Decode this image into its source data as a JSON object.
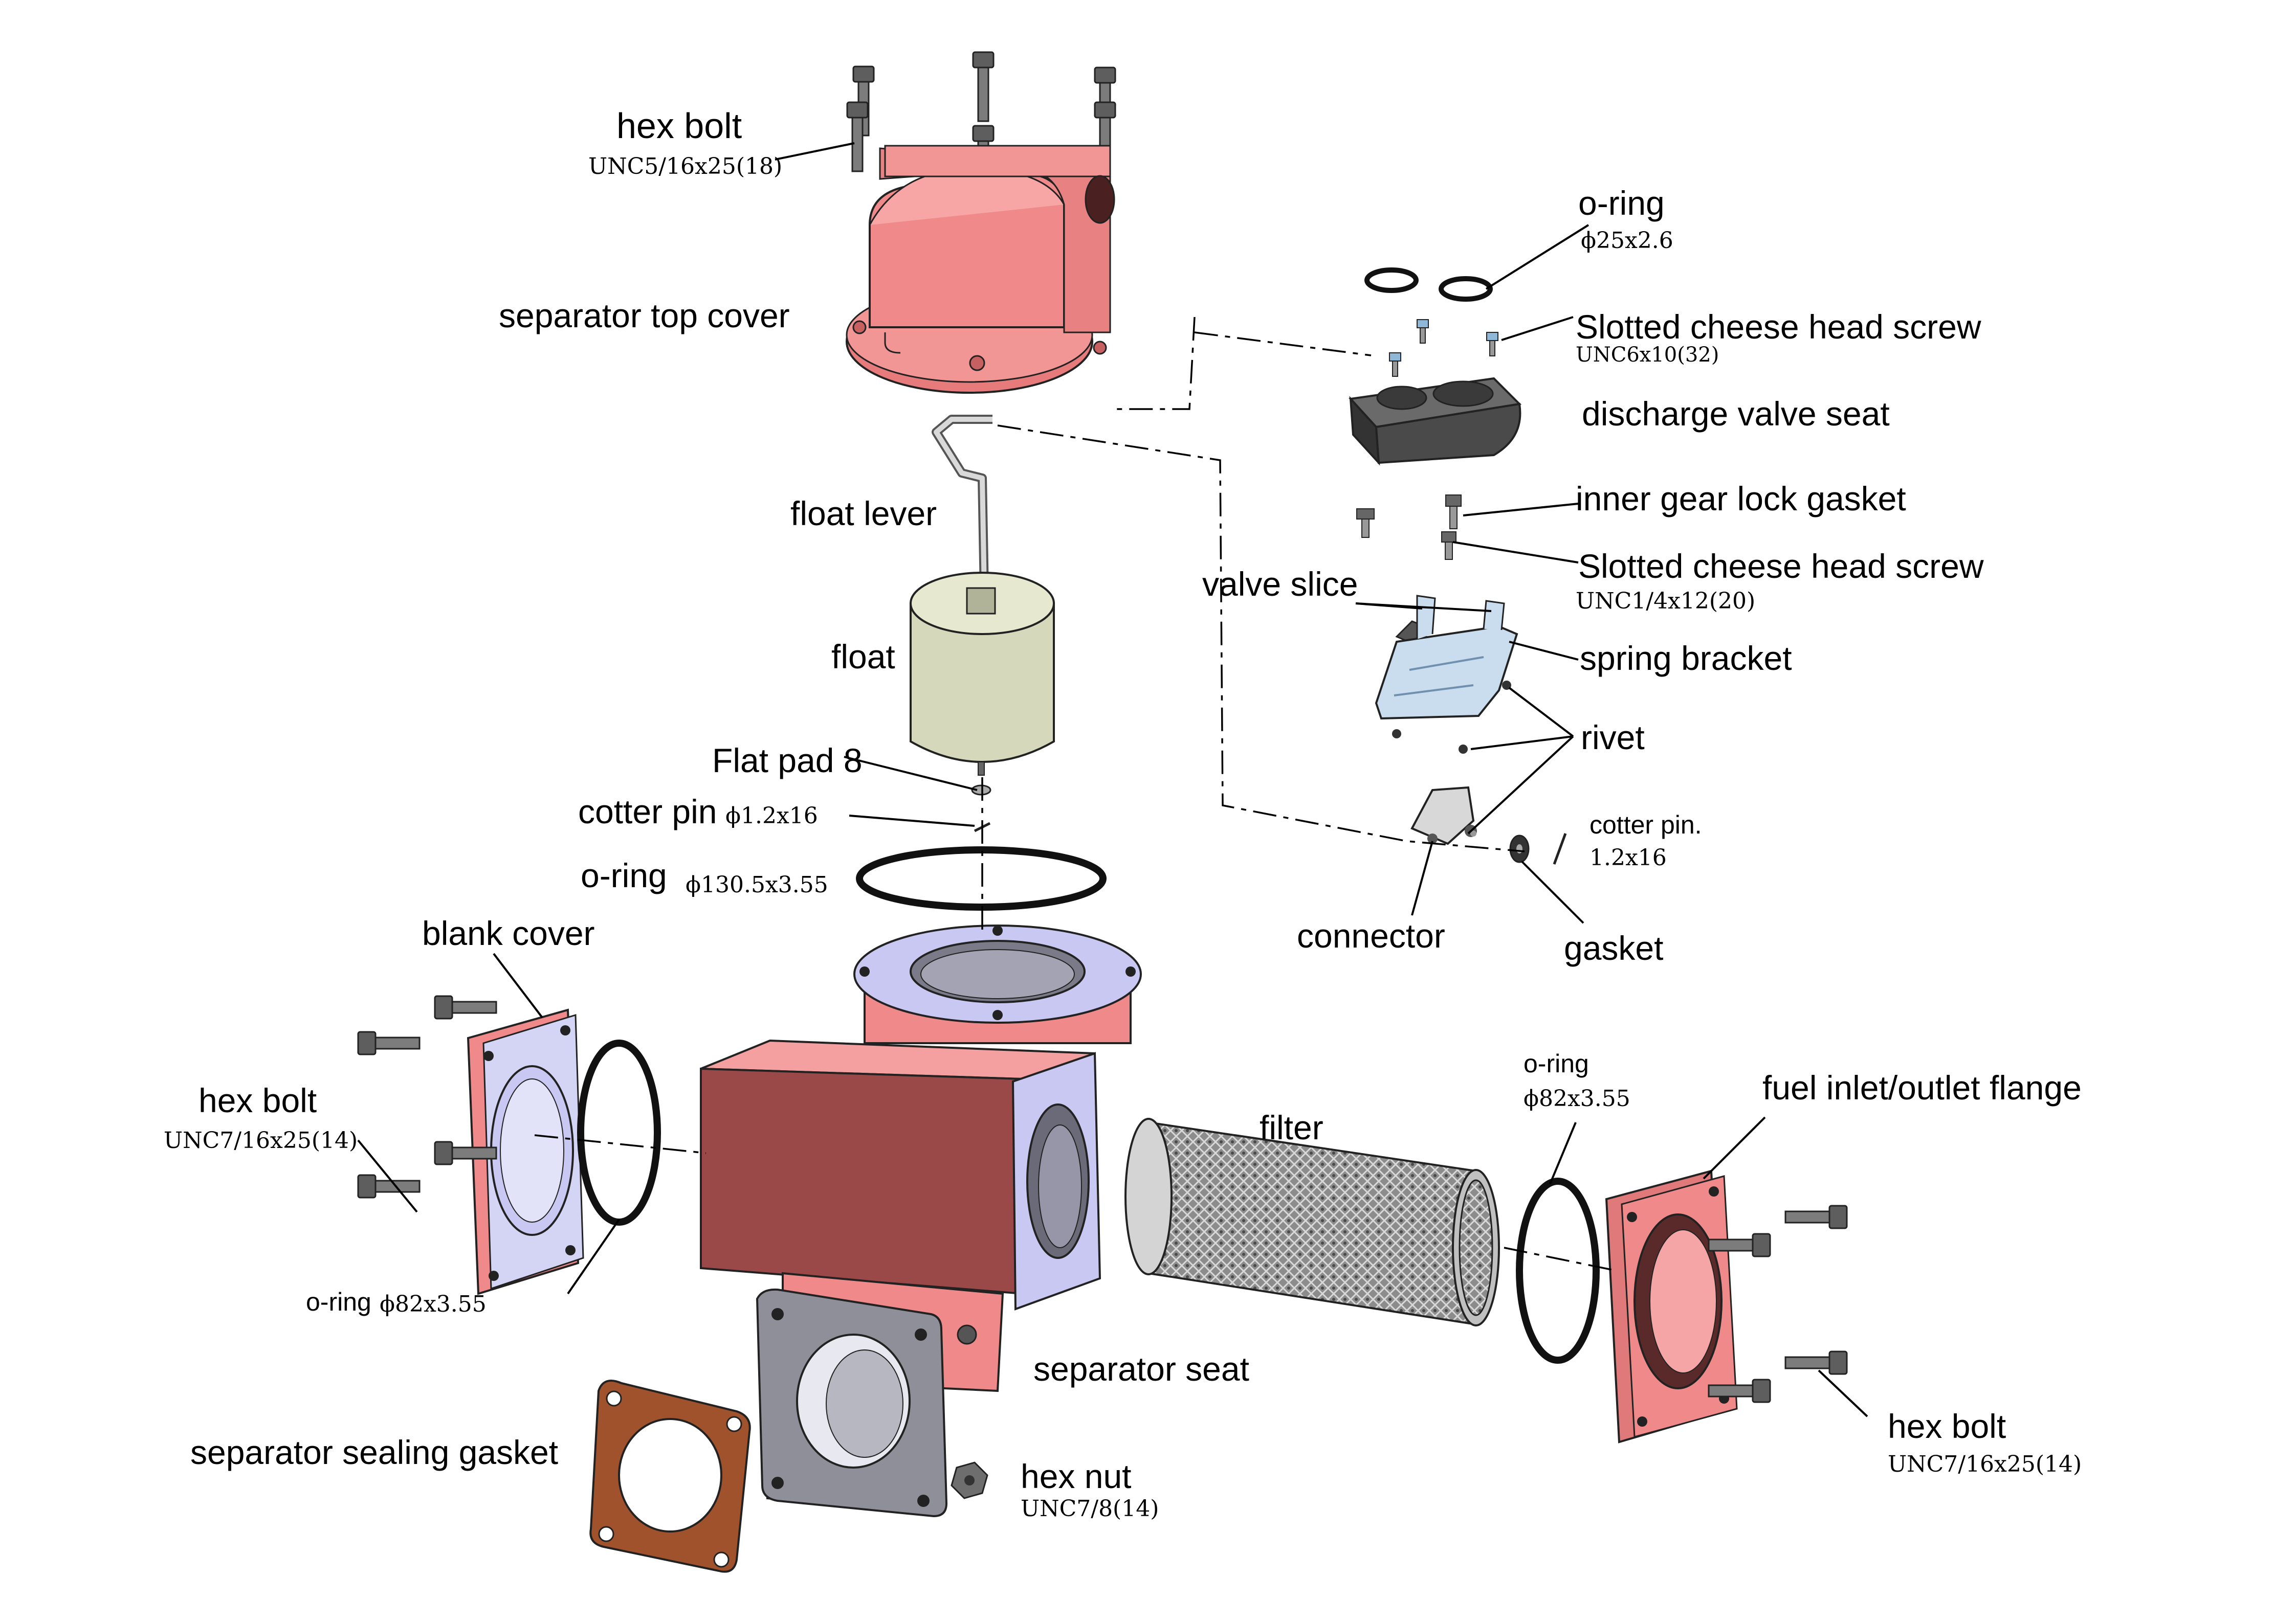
{
  "labels": {
    "top_hex_bolt": "hex bolt",
    "top_hex_bolt_spec": "UNC5/16x25(18)",
    "top_cover": "separator top cover",
    "float_lever": "float lever",
    "float": "float",
    "flat_pad": "Flat pad 8",
    "cotter_pin_left": "cotter pin",
    "cotter_pin_left_spec": "ϕ1.2x16",
    "big_oring": "o-ring",
    "big_oring_spec": "ϕ130.5x3.55",
    "blank_cover": "blank cover",
    "left_hex_bolt": "hex bolt",
    "left_hex_bolt_spec": "UNC7/16x25(14)",
    "left_oring": "o-ring",
    "left_oring_spec": "ϕ82x3.55",
    "separator_seat": "separator seat",
    "sealing_gasket": "separator sealing gasket",
    "hex_nut": "hex nut",
    "hex_nut_spec": "UNC7/8(14)",
    "filter": "filter",
    "right_oring": "o-ring",
    "right_oring_spec": "ϕ82x3.55",
    "flange": "fuel inlet/outlet flange",
    "right_hex_bolt": "hex bolt",
    "right_hex_bolt_spec": "UNC7/16x25(14)",
    "small_oring": "o-ring",
    "small_oring_spec": "ϕ25x2.6",
    "screw_top": "Slotted cheese head screw",
    "screw_top_spec": "UNC6x10(32)",
    "discharge_valve_seat": "discharge valve seat",
    "inner_gear_gasket": "inner gear lock gasket",
    "screw_mid": "Slotted cheese head screw",
    "screw_mid_spec": "UNC1/4x12(20)",
    "valve_slice": "valve slice",
    "spring_bracket": "spring bracket",
    "rivet": "rivet",
    "cotter_pin_right": "cotter pin.",
    "cotter_pin_right_spec": "1.2x16",
    "connector": "connector",
    "gasket": "gasket"
  },
  "colors": {
    "body_pink": "#f08a8a",
    "body_dark": "#9b4848",
    "face_lavender": "#c8c8f2",
    "float_green": "#d8dcc0",
    "gasket_brown": "#a0522d",
    "seat_grey": "#8f8f9a",
    "metal_grey": "#6e6e6e",
    "filter_grey": "#9a9a9a"
  }
}
